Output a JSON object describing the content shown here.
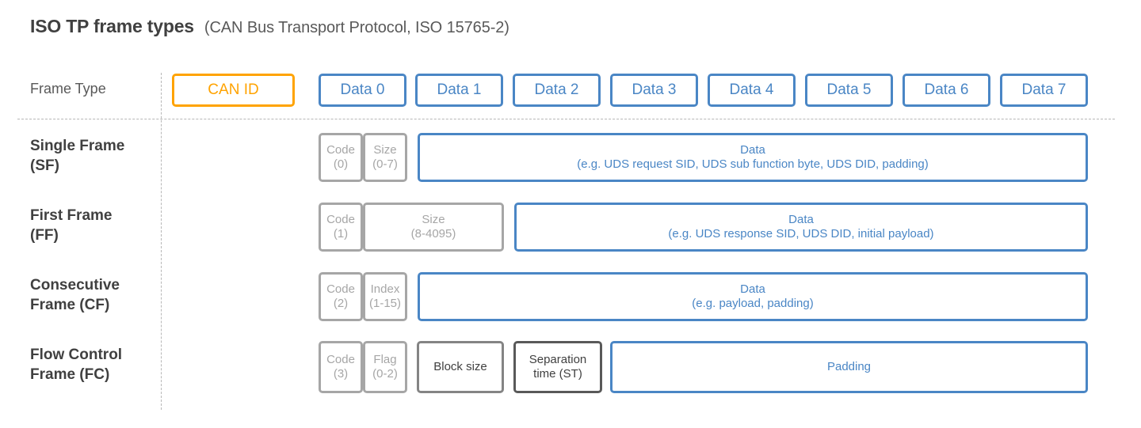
{
  "title": {
    "main": "ISO TP frame types",
    "sub": "(CAN Bus Transport Protocol, ISO 15765-2)"
  },
  "colors": {
    "blue": "#4a86c5",
    "orange": "#ffa300",
    "light_gray": "#a6a6a6",
    "dark_gray": "#595959",
    "text_dark": "#404040",
    "dash": "#b7b7b7"
  },
  "header": {
    "frame_type_label": "Frame Type",
    "can_id": "CAN ID",
    "data_bytes": [
      "Data 0",
      "Data 1",
      "Data 2",
      "Data 3",
      "Data 4",
      "Data 5",
      "Data 6",
      "Data 7"
    ]
  },
  "rows": [
    {
      "label_line1": "Single Frame",
      "label_line2": "(SF)",
      "segments": [
        {
          "name": "code",
          "line1": "Code",
          "line2": "(0)",
          "style": "gray"
        },
        {
          "name": "size",
          "line1": "Size",
          "line2": "(0-7)",
          "style": "gray"
        },
        {
          "name": "data",
          "line1": "Data",
          "line2": "(e.g. UDS request SID, UDS sub function byte, UDS DID, padding)",
          "style": "blue"
        }
      ]
    },
    {
      "label_line1": "First Frame",
      "label_line2": "(FF)",
      "segments": [
        {
          "name": "code",
          "line1": "Code",
          "line2": "(1)",
          "style": "gray"
        },
        {
          "name": "size",
          "line1": "Size",
          "line2": "(8-4095)",
          "style": "gray"
        },
        {
          "name": "data",
          "line1": "Data",
          "line2": "(e.g. UDS response SID, UDS DID, initial payload)",
          "style": "blue"
        }
      ]
    },
    {
      "label_line1": "Consecutive",
      "label_line2": "Frame (CF)",
      "segments": [
        {
          "name": "code",
          "line1": "Code",
          "line2": "(2)",
          "style": "gray"
        },
        {
          "name": "index",
          "line1": "Index",
          "line2": "(1-15)",
          "style": "gray"
        },
        {
          "name": "data",
          "line1": "Data",
          "line2": "(e.g. payload, padding)",
          "style": "blue"
        }
      ]
    },
    {
      "label_line1": "Flow Control",
      "label_line2": "Frame (FC)",
      "segments": [
        {
          "name": "code",
          "line1": "Code",
          "line2": "(3)",
          "style": "gray"
        },
        {
          "name": "flag",
          "line1": "Flag",
          "line2": "(0-2)",
          "style": "gray"
        },
        {
          "name": "block-size",
          "line1": "Block size",
          "line2": "",
          "style": "midgray"
        },
        {
          "name": "separation-time",
          "line1": "Separation",
          "line2": "time (ST)",
          "style": "darkgray"
        },
        {
          "name": "padding",
          "line1": "Padding",
          "line2": "",
          "style": "blue"
        }
      ]
    }
  ]
}
